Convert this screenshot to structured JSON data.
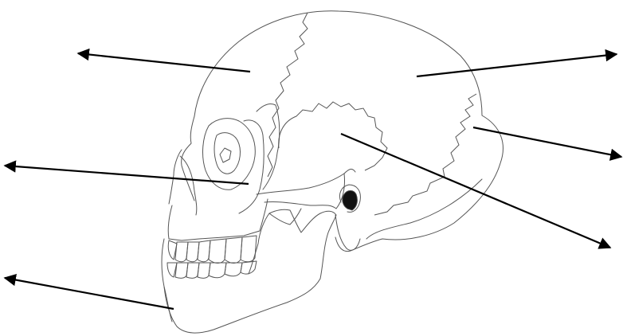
{
  "diagram": {
    "subject": "skull-lateral-view",
    "line_color": "#555555",
    "arrow_color": "#000000",
    "background": "#ffffff",
    "labels": []
  },
  "arrows": [
    {
      "id": "frontal-bone-arrow",
      "points_to": "frontal-bone"
    },
    {
      "id": "parietal-bone-arrow",
      "points_to": "parietal-bone"
    },
    {
      "id": "zygomatic-bone-arrow",
      "points_to": "zygomatic-bone"
    },
    {
      "id": "occipital-bone-arrow",
      "points_to": "occipital-bone"
    },
    {
      "id": "temporal-bone-arrow",
      "points_to": "temporal-bone"
    },
    {
      "id": "mandible-arrow",
      "points_to": "mandible"
    }
  ]
}
